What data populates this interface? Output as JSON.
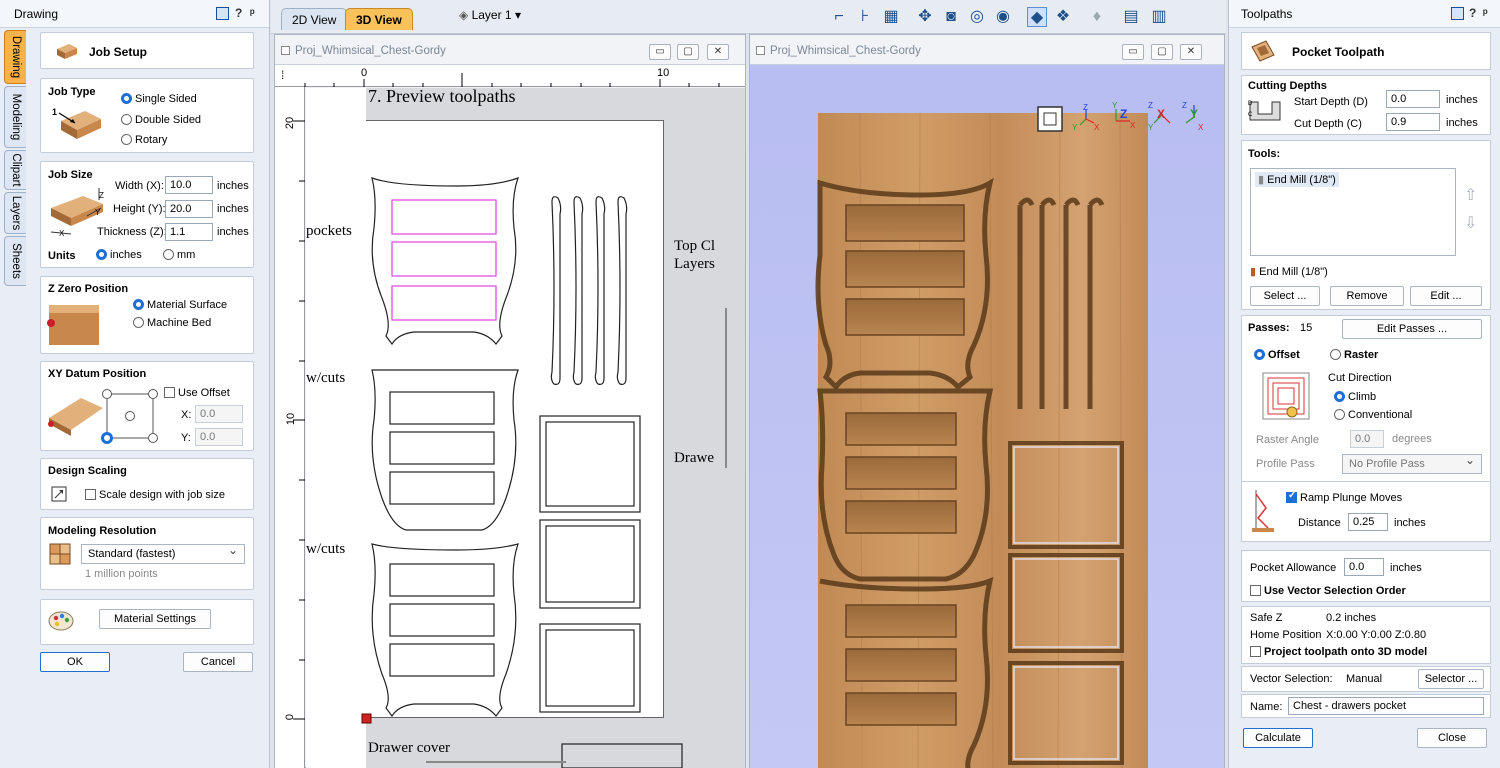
{
  "left_panel": {
    "title": "Drawing",
    "ctl_help": "?",
    "ctl_pin": "ᵖ",
    "vertical_tabs": [
      "Drawing",
      "Modeling",
      "Clipart",
      "Layers",
      "Sheets"
    ],
    "job_setup_title": "Job Setup",
    "job_type": {
      "label": "Job Type",
      "options": [
        "Single Sided",
        "Double Sided",
        "Rotary"
      ],
      "selected": "Single Sided",
      "icon_number": "1"
    },
    "job_size": {
      "label": "Job Size",
      "width_label": "Width (X):",
      "width": "10.0",
      "height_label": "Height (Y):",
      "height": "20.0",
      "thickness_label": "Thickness (Z):",
      "thickness": "1.1",
      "unit": "inches",
      "axis_z": "Z",
      "axis_y": "Y",
      "axis_x": "X"
    },
    "units": {
      "label": "Units",
      "options": [
        "inches",
        "mm"
      ],
      "selected": "inches"
    },
    "z_zero": {
      "label": "Z Zero Position",
      "options": [
        "Material Surface",
        "Machine Bed"
      ],
      "selected": "Material Surface"
    },
    "xy_datum": {
      "label": "XY Datum Position",
      "use_offset": "Use Offset",
      "x_label": "X:",
      "x": "0.0",
      "y_label": "Y:",
      "y": "0.0"
    },
    "design_scaling": {
      "label": "Design Scaling",
      "checkbox": "Scale design with job size"
    },
    "modeling_resolution": {
      "label": "Modeling Resolution",
      "value": "Standard (fastest)",
      "sub": "1 million points"
    },
    "material_settings": "Material Settings",
    "ok": "OK",
    "cancel": "Cancel"
  },
  "toolbar": {
    "tab_2d": "2D View",
    "tab_3d": "3D View",
    "layer": "Layer 1",
    "layer_caret": "▾"
  },
  "view2d": {
    "title": "Proj_Whimsical_Chest-Gordy",
    "ruler_top": [
      "0",
      "10"
    ],
    "ruler_left": [
      "20",
      "10",
      "0"
    ],
    "texts": [
      "7. Preview toolpaths",
      "pockets",
      "w/cuts",
      "w/cuts",
      "Top Cl",
      "Layers",
      "Drawe",
      "Drawer cover"
    ]
  },
  "view3d": {
    "title": "Proj_Whimsical_Chest-Gordy",
    "axis_labels": [
      "Z",
      "X",
      "Y",
      "Z",
      "X",
      "Y",
      "Z",
      "X",
      "Y",
      "Z",
      "X",
      "Y"
    ]
  },
  "right_panel": {
    "title": "Toolpaths",
    "ctl_help": "?",
    "ctl_pin": "ᵖ",
    "header": "Pocket Toolpath",
    "cutting_depths": {
      "label": "Cutting Depths",
      "start_label": "Start Depth (D)",
      "start": "0.0",
      "cut_label": "Cut Depth (C)",
      "cut": "0.9",
      "unit": "inches"
    },
    "tools": {
      "label": "Tools:",
      "list_item": "End Mill (1/8\")",
      "current": "End Mill (1/8\")",
      "select": "Select ...",
      "remove": "Remove",
      "edit": "Edit ..."
    },
    "passes": {
      "label": "Passes:",
      "count": "15",
      "edit": "Edit Passes ..."
    },
    "strategy": {
      "options": [
        "Offset",
        "Raster"
      ],
      "selected": "Offset"
    },
    "cut_direction": {
      "label": "Cut Direction",
      "options": [
        "Climb",
        "Conventional"
      ],
      "selected": "Climb"
    },
    "raster_angle": {
      "label": "Raster Angle",
      "value": "0.0",
      "unit": "degrees"
    },
    "profile_pass": {
      "label": "Profile Pass",
      "value": "No Profile Pass"
    },
    "ramp": {
      "checkbox": "Ramp Plunge Moves",
      "distance_label": "Distance",
      "distance": "0.25",
      "unit": "inches"
    },
    "allowance": {
      "label": "Pocket Allowance",
      "value": "0.0",
      "unit": "inches"
    },
    "vector_order": "Use Vector Selection Order",
    "safe_z": {
      "label": "Safe Z",
      "value": "0.2 inches"
    },
    "home": {
      "label": "Home Position",
      "value": "X:0.00 Y:0.00 Z:0.80"
    },
    "project_3d": "Project toolpath onto 3D model",
    "vector_selection": {
      "label": "Vector Selection:",
      "value": "Manual",
      "button": "Selector ..."
    },
    "name": {
      "label": "Name:",
      "value": "Chest - drawers pocket"
    },
    "calculate": "Calculate",
    "close": "Close"
  },
  "colors": {
    "accent": "#1d6fd6",
    "tab_active": "#f9b14a",
    "pocket_highlight": "#e040e0",
    "wood": "#c9955f",
    "view3d_bg": "#b7bdf2"
  }
}
